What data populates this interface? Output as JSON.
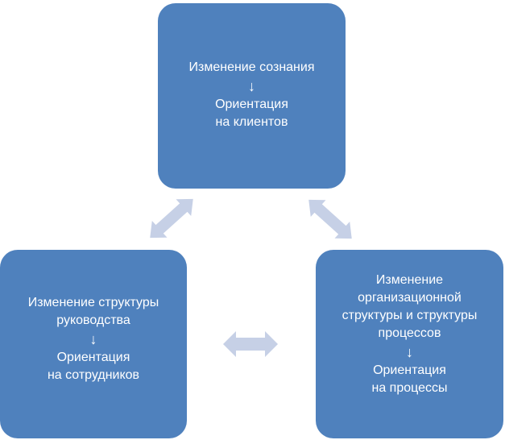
{
  "colors": {
    "box_fill": "#4f81bd",
    "box_text": "#ffffff",
    "connector_fill": "#c6d0e6"
  },
  "top_box": {
    "line1": "Изменение сознания",
    "arrow": "↓",
    "line2": "Ориентация",
    "line3": "на клиентов"
  },
  "left_box": {
    "line1": "Изменение структуры",
    "line2": "руководства",
    "arrow": "↓",
    "line3": "Ориентация",
    "line4": "на сотрудников"
  },
  "right_box": {
    "line1": "Изменение",
    "line2": "организационной",
    "line3": "структуры и структуры",
    "line4": "процессов",
    "arrow": "↓",
    "line5": "Ориентация",
    "line6": "на процессы"
  },
  "connectors": [
    {
      "name": "left-top",
      "icon": "double-arrow-icon"
    },
    {
      "name": "top-right",
      "icon": "double-arrow-icon"
    },
    {
      "name": "left-right",
      "icon": "double-arrow-icon"
    }
  ]
}
